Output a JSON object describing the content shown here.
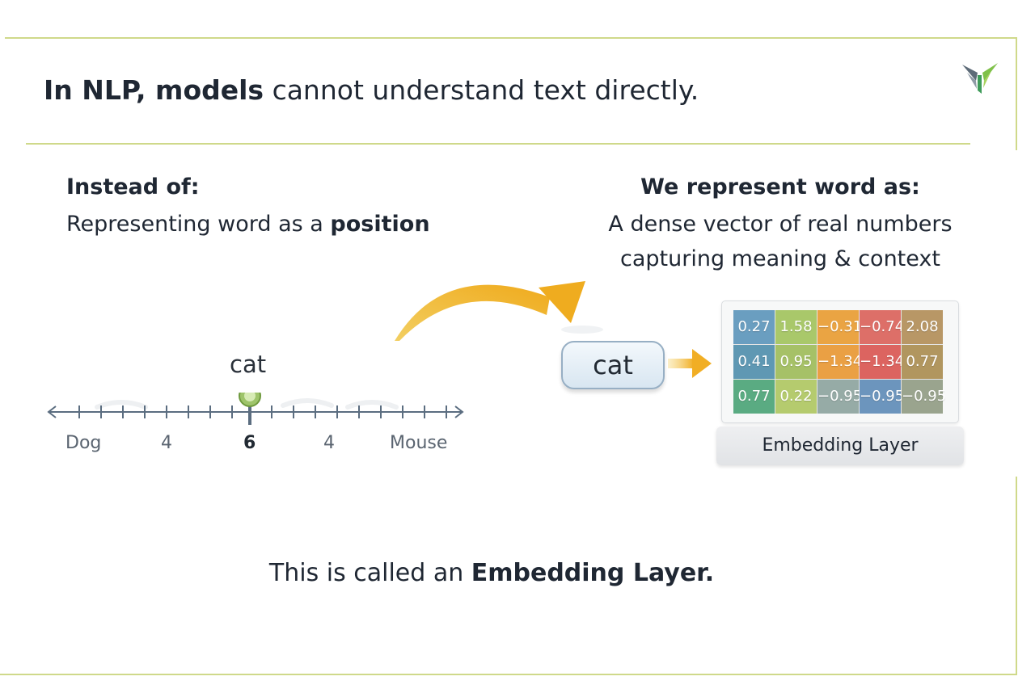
{
  "title": {
    "prefix": "In NLP, models",
    "suffix": " cannot understand text directly."
  },
  "left": {
    "heading": "Instead of:",
    "subtitle_prefix": "Representing word as a ",
    "subtitle_bold": "position",
    "marker_label": "cat",
    "tick_labels": [
      "Dog",
      "4",
      "6",
      "4",
      "Mouse"
    ]
  },
  "right": {
    "heading": "We represent word as:",
    "line1": "A dense vector of real numbers",
    "line2": "capturing meaning & context",
    "word_box": "cat",
    "matrix": [
      [
        "0.27",
        "1.58",
        "−0.31",
        "−0.74",
        "2.08"
      ],
      [
        "0.41",
        "0.95",
        "−1.34",
        "−1.34",
        "0.77"
      ],
      [
        "0.77",
        "0.22",
        "−0.95",
        "−0.95",
        "−0.95"
      ]
    ],
    "matrix_colors": [
      [
        "#6a9ec0",
        "#a9c86a",
        "#eaa443",
        "#dd6f68",
        "#b89766"
      ],
      [
        "#5f98b3",
        "#a6c167",
        "#eaa044",
        "#dc6460",
        "#b1965f"
      ],
      [
        "#5aab82",
        "#b5cb6e",
        "#96aba6",
        "#6c95bd",
        "#9aa48e"
      ]
    ],
    "layer_label": "Embedding Layer"
  },
  "footer": {
    "prefix": "This is called an ",
    "bold": "Embedding Layer."
  },
  "colors": {
    "frame": "#cfd98a",
    "arrow": "#f4b92e",
    "text": "#1f2733"
  },
  "icons": [
    "logo-mark-icon",
    "curved-arrow-icon",
    "right-arrow-icon"
  ]
}
